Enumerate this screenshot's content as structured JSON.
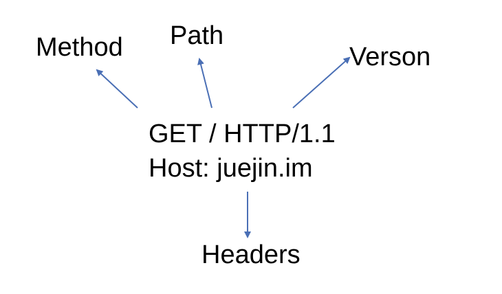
{
  "labels": {
    "method": "Method",
    "path": "Path",
    "version": "Verson",
    "headers": "Headers"
  },
  "request": {
    "line1": "GET / HTTP/1.1",
    "line2": "Host: juejin.im"
  },
  "colors": {
    "arrow": "#4a6fb5",
    "text": "#000000",
    "background": "#ffffff"
  }
}
